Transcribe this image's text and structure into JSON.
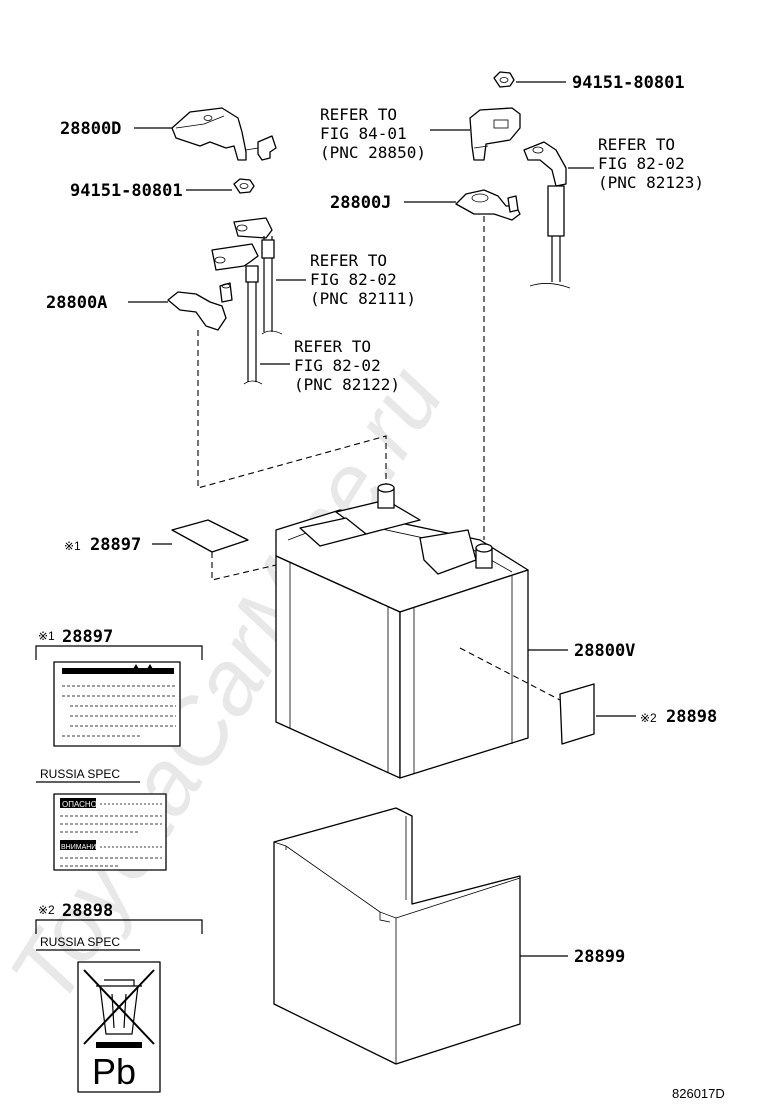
{
  "watermark": "ToyotaCarMine.ru",
  "parts": {
    "p28800D": "28800D",
    "nut_top_right": "94151-80801",
    "nut_left": "94151-80801",
    "p28800J": "28800J",
    "p28800A": "28800A",
    "p28897": "28897",
    "p28800V": "28800V",
    "p28898": "28898",
    "p28899": "28899"
  },
  "refs": {
    "fig84": [
      "REFER TO",
      "FIG 84-01",
      "(PNC 28850)"
    ],
    "fig82_82123": [
      "REFER TO",
      "FIG 82-02",
      "(PNC 82123)"
    ],
    "fig82_82111": [
      "REFER TO",
      "FIG 82-02",
      "(PNC 82111)"
    ],
    "fig82_82122": [
      "REFER TO",
      "FIG 82-02",
      "(PNC 82122)"
    ]
  },
  "marks": {
    "note1": "※1",
    "note2": "※2"
  },
  "legend": {
    "label1_title": "28897",
    "label2_title": "28898",
    "russia_spec_1": "RUSSIA SPEC",
    "russia_spec_2": "RUSSIA SPEC",
    "label_caution": "ОПАСНО",
    "label_warning": "ВНИМАНИЕ",
    "pb": "Pb"
  },
  "figure_code": "826017D"
}
